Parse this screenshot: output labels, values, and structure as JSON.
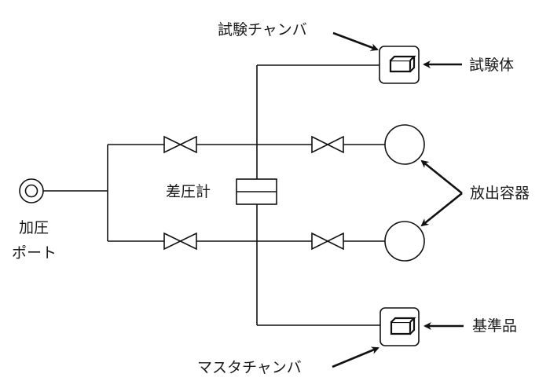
{
  "labels": {
    "pressure_port_line1": "加圧",
    "pressure_port_line2": "ポート",
    "differential_gauge": "差圧計",
    "test_chamber": "試験チャンバ",
    "test_specimen": "試験体",
    "discharge_vessel": "放出容器",
    "reference_item": "基準品",
    "master_chamber": "マスタチャンバ"
  },
  "colors": {
    "line": "#111111",
    "text": "#1a1a1a",
    "background": "#ffffff"
  }
}
